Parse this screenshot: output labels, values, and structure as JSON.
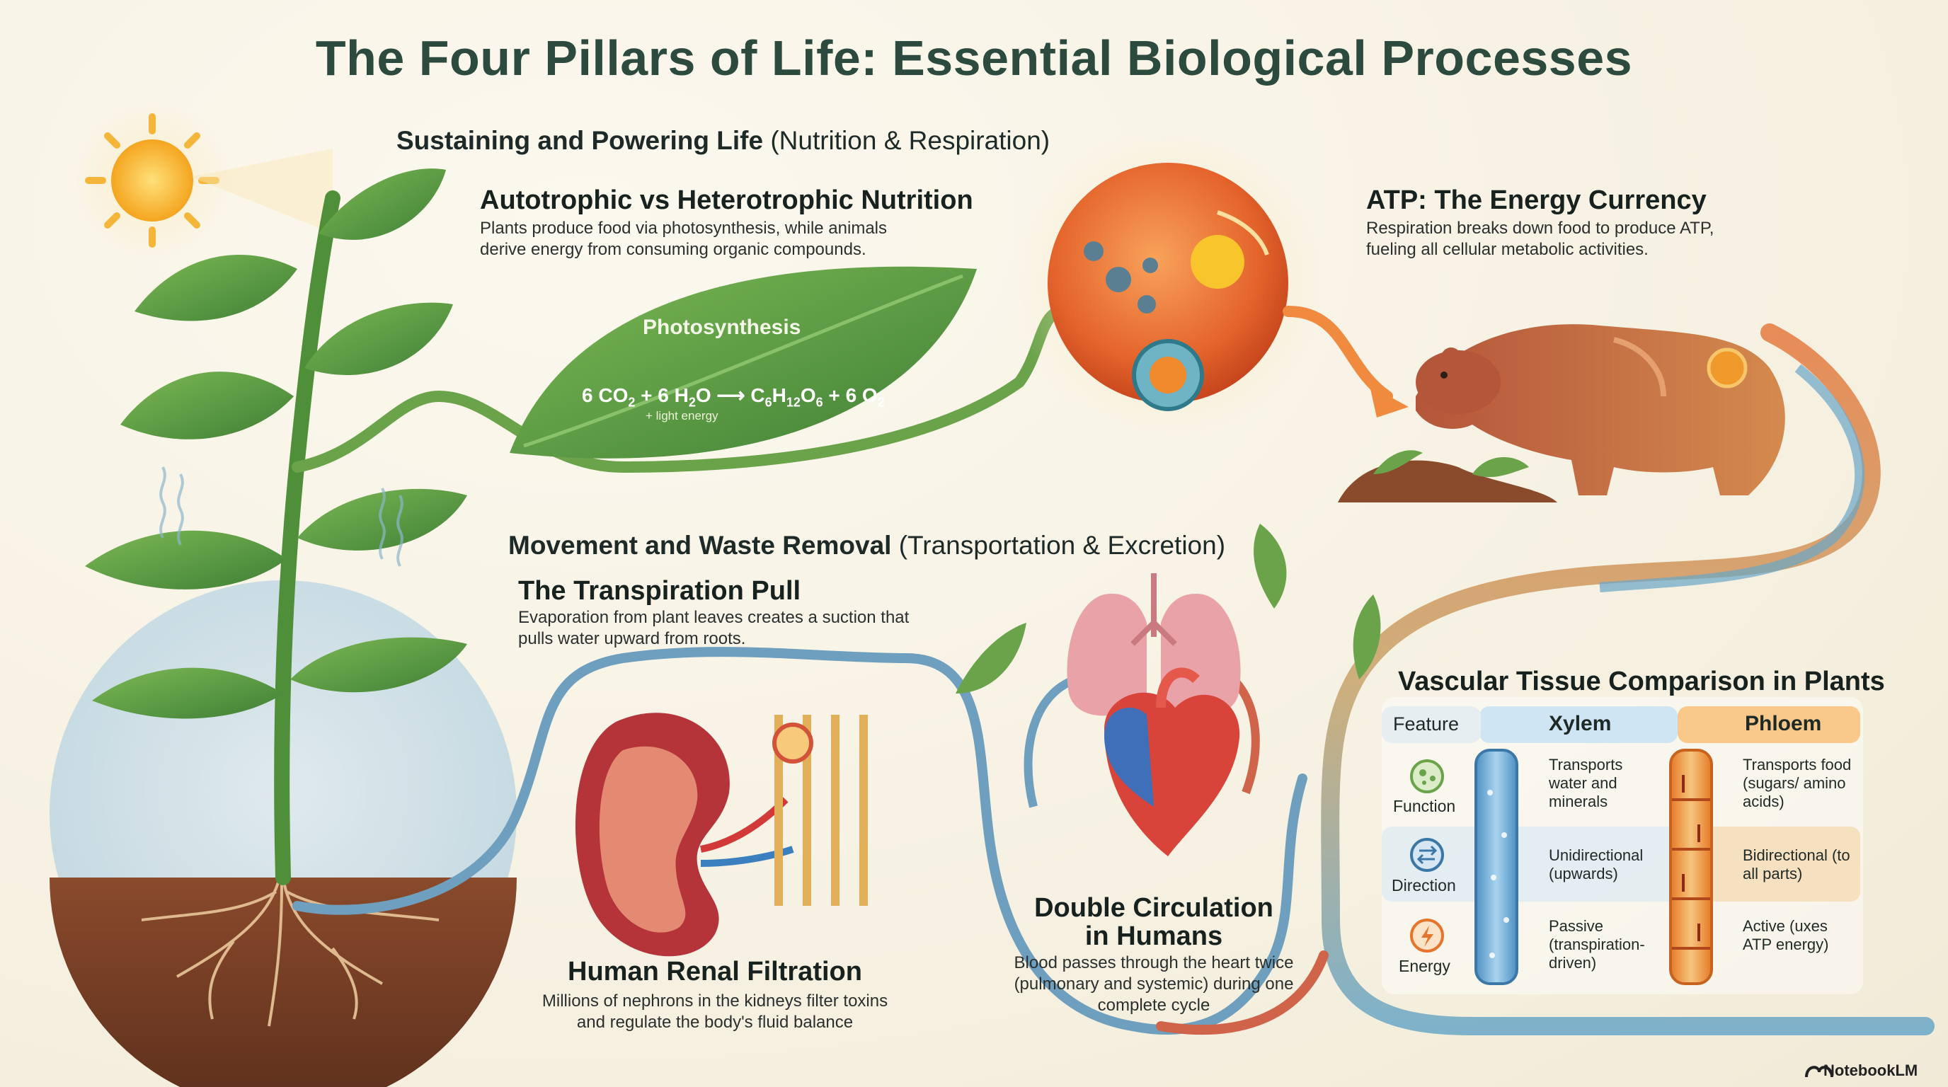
{
  "title": "The Four Pillars of Life: Essential Biological Processes",
  "section_nutrition": {
    "bold": "Sustaining and Powering Life",
    "rest": " (Nutrition & Respiration)"
  },
  "autotrophic": {
    "heading": "Autotrophic vs Heterotrophic Nutrition",
    "text": "Plants produce food via photosynthesis, while animals derive energy from consuming organic compounds."
  },
  "photosynthesis": {
    "label": "Photosynthesis",
    "equation_parts": [
      "6 CO",
      "2",
      " + 6 H",
      "2",
      "O ⟶ C",
      "6",
      "H",
      "12",
      "O",
      "6",
      " + 6 O",
      "2"
    ],
    "sub_label": "+ light energy"
  },
  "atp": {
    "heading": "ATP: The Energy Currency",
    "text": "Respiration breaks down food to produce ATP, fueling all cellular metabolic activities."
  },
  "section_movement": {
    "bold": "Movement and Waste Removal",
    "rest": " (Transportation & Excretion)"
  },
  "transpiration": {
    "heading": "The Transpiration Pull",
    "text": "Evaporation from plant leaves creates a suction that pulls water upward from roots."
  },
  "renal": {
    "heading": "Human Renal Filtration",
    "text": "Millions of nephrons in the kidneys filter toxins and regulate the body's fluid balance"
  },
  "circulation": {
    "heading_line1": "Double Circulation",
    "heading_line2": "in Humans",
    "text": "Blood passes through the heart twice (pulmonary and systemic) during one complete cycle"
  },
  "vascular": {
    "heading": "Vascular Tissue Comparison in Plants",
    "columns": [
      "Feature",
      "Xylem",
      "Phloem"
    ],
    "rows": [
      {
        "feature": "Function",
        "icon": "cell-icon",
        "xylem": "Transports water and minerals",
        "phloem": "Transports food (sugars/ amino acids)"
      },
      {
        "feature": "Direction",
        "icon": "arrows-icon",
        "xylem": "Unidirectional (upwards)",
        "phloem": "Bidirectional (to all parts)"
      },
      {
        "feature": "Energy",
        "icon": "lightning-icon",
        "xylem": "Passive (transpiration-driven)",
        "phloem": "Active (uxes ATP energy)"
      }
    ]
  },
  "brand": "NotebookLM",
  "colors": {
    "title": "#2d4a3e",
    "leaf_green": "#5a9a3e",
    "xylem_blue": "#5aa0cf",
    "phloem_orange": "#e98c3a",
    "energy_orange": "#e2672f"
  }
}
